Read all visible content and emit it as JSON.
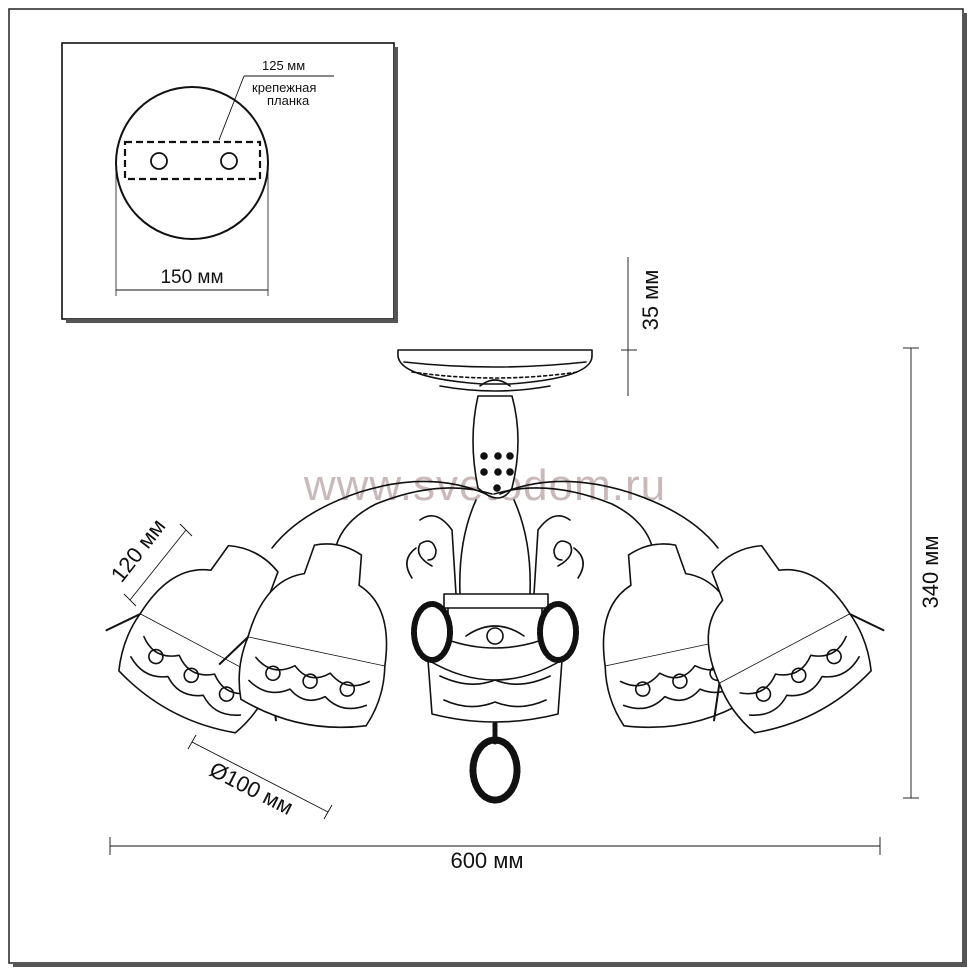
{
  "watermark": "www.svetodom.ru",
  "inset": {
    "top_label": "125 мм",
    "mount_label_line1": "крепежная",
    "mount_label_line2": "планка",
    "diameter_label": "150 мм"
  },
  "dimensions": {
    "canopy_height": "35 мм",
    "total_height": "340 мм",
    "shade_height": "120 мм",
    "shade_diameter": "Ø100 мм",
    "total_width": "600 мм"
  },
  "colors": {
    "line": "#111111",
    "watermark": "#c9b9b9",
    "background": "#ffffff"
  }
}
